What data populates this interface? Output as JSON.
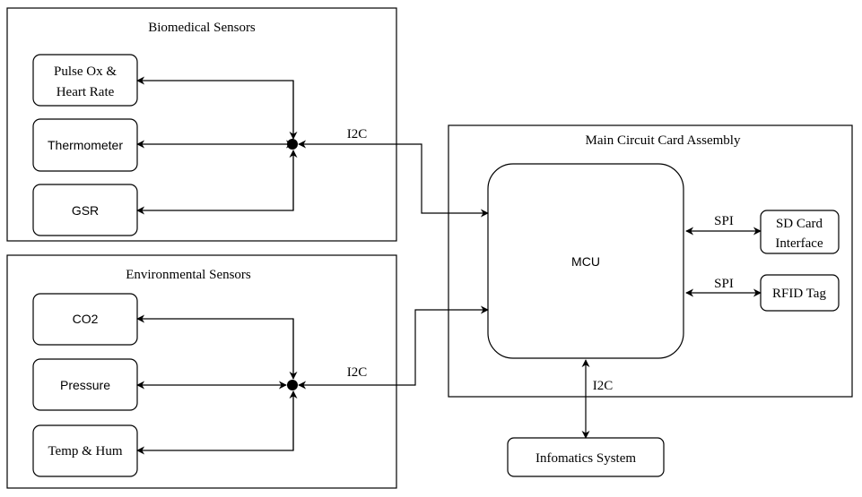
{
  "groups": {
    "biomedical": "Biomedical Sensors",
    "environmental": "Environmental Sensors",
    "main_cca": "Main Circuit Card Assembly"
  },
  "nodes": {
    "pulse_ox_line1": "Pulse Ox &",
    "pulse_ox_line2": "Heart Rate",
    "thermometer": "Thermometer",
    "gsr": "GSR",
    "co2": "CO2",
    "pressure": "Pressure",
    "temp_hum": "Temp & Hum",
    "mcu": "MCU",
    "sd_card_line1": "SD Card",
    "sd_card_line2": "Interface",
    "rfid_tag": "RFID Tag",
    "informatics": "Infomatics System"
  },
  "bus_labels": {
    "bio_i2c": "I2C",
    "env_i2c": "I2C",
    "sd_spi": "SPI",
    "rfid_spi": "SPI",
    "informatics_i2c": "I2C"
  }
}
